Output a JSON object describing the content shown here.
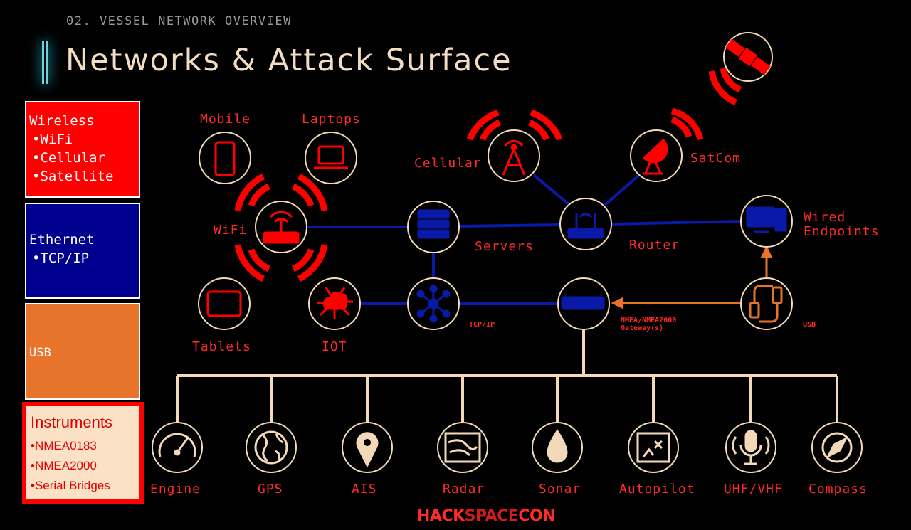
{
  "header": {
    "section_label": "02. VESSEL NETWORK OVERVIEW",
    "title": "Networks & Attack Surface"
  },
  "legend": {
    "wireless": {
      "title": "Wireless",
      "items": [
        "WiFi",
        "Cellular",
        "Satellite"
      ]
    },
    "ethernet": {
      "title": "Ethernet",
      "items": [
        "TCP/IP"
      ]
    },
    "usb": {
      "title": "USB"
    },
    "instruments": {
      "title": "Instruments",
      "items": [
        "NMEA0183",
        "NMEA2000",
        "Serial Bridges"
      ]
    }
  },
  "nodes": {
    "mobile": "Mobile",
    "laptops": "Laptops",
    "cellular": "Cellular",
    "satcom": "SatCom",
    "wifi": "WiFi",
    "servers": "Servers",
    "router": "Router",
    "wired_endpoints_1": "Wired",
    "wired_endpoints_2": "Endpoints",
    "tablets": "Tablets",
    "iot": "IOT",
    "tcpip": "TCP/IP",
    "gateway_1": "NMEA/NMEA2000",
    "gateway_2": "Gateway(s)",
    "usb": "USB"
  },
  "instruments": [
    "Engine",
    "GPS",
    "AIS",
    "Radar",
    "Sonar",
    "Autopilot",
    "UHF/VHF",
    "Compass"
  ],
  "brand": {
    "part1": "HACK",
    "part2": "SPACE",
    "part3": "CON"
  },
  "colors": {
    "wireless": "#ff0000",
    "ethernet": "#00008f",
    "usb": "#e8742c",
    "instrument_bg": "#fbe2c6",
    "link_blue": "#0a1aa8",
    "bus_beige": "#f4d9b8",
    "label_red": "#ff2b2b"
  }
}
